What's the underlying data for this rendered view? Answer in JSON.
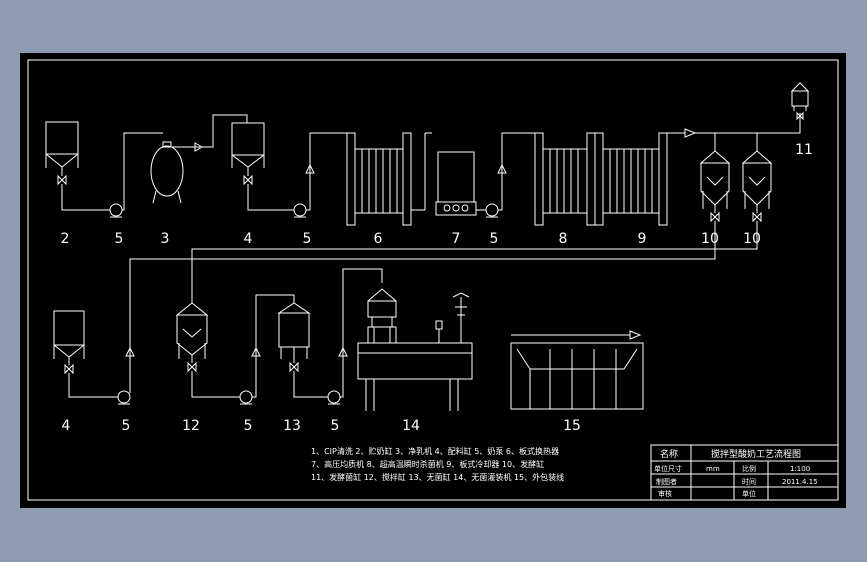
{
  "drawing": {
    "labels": {
      "tank_left_1": "2",
      "pump_1": "5",
      "fermenter_tank": "3",
      "tank_4_top": "4",
      "pump_2": "5",
      "plate_heat_exchanger_1": "6",
      "homogenizer_unit": "7",
      "pump_3": "5",
      "plate_cooler_1": "8",
      "plate_cooler_2": "9",
      "ferment_tank_a": "10",
      "ferment_tank_b": "10",
      "sterile_air_filter": "11",
      "tank_4_bottom": "4",
      "pump_4": "5",
      "stir_tank": "12",
      "pump_5": "5",
      "aseptic_tank": "13",
      "pump_6": "5",
      "aseptic_filling_machine": "14",
      "packaging_line": "15"
    },
    "legend": [
      "1、CIP清洗 2、贮奶缸 3、净乳机 4、配料缸 5、奶泵 6、板式换热器",
      "7、高压均质机 8、超高温瞬时杀菌机 9、板式冷却器 10、发酵缸",
      "11、发酵菌缸 12、搅拌缸 13、无菌缸 14、无菌灌装机 15、外包装线"
    ]
  },
  "title_block": {
    "name_label": "名称",
    "title": "搅拌型酸奶工艺流程图",
    "size_label": "单位尺寸",
    "size_value": "mm",
    "scale_label": "比例",
    "scale_value": "1:100",
    "drawer_label": "制图者",
    "date_label": "时间",
    "date_value": "2011.4.15",
    "checker_label": "审核",
    "unit_label": "单位"
  }
}
